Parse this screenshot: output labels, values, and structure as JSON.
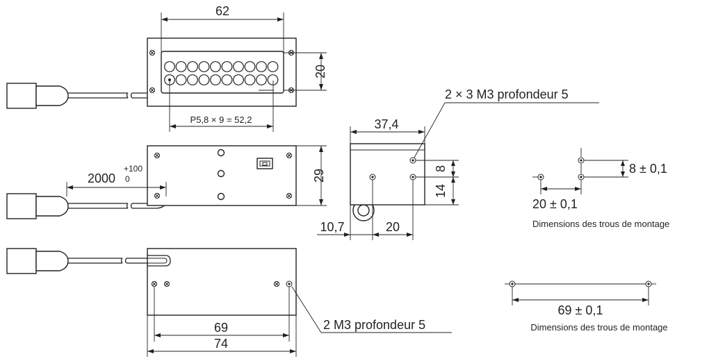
{
  "dimensions": {
    "top_width": "62",
    "top_height": "20",
    "pitch": "P5,8 × 9 = 52,2",
    "cable_length": "2000",
    "cable_tol_upper": "+100",
    "cable_tol_lower": "0",
    "front_height": "29",
    "side_width": "37,4",
    "side_hole_v1": "8",
    "side_hole_v2": "14",
    "side_offset": "10,7",
    "side_spacing": "20",
    "bottom_inner": "69",
    "bottom_outer": "74"
  },
  "callouts": {
    "side_threads": "2 × 3 M3 profondeur 5",
    "bottom_threads": "2 M3 profondeur 5"
  },
  "mounting_1": {
    "vertical": "8 ± 0,1",
    "horizontal": "20 ± 0,1",
    "caption": "Dimensions des trous de montage"
  },
  "mounting_2": {
    "horizontal": "69 ± 0,1",
    "caption": "Dimensions des trous de montage"
  }
}
